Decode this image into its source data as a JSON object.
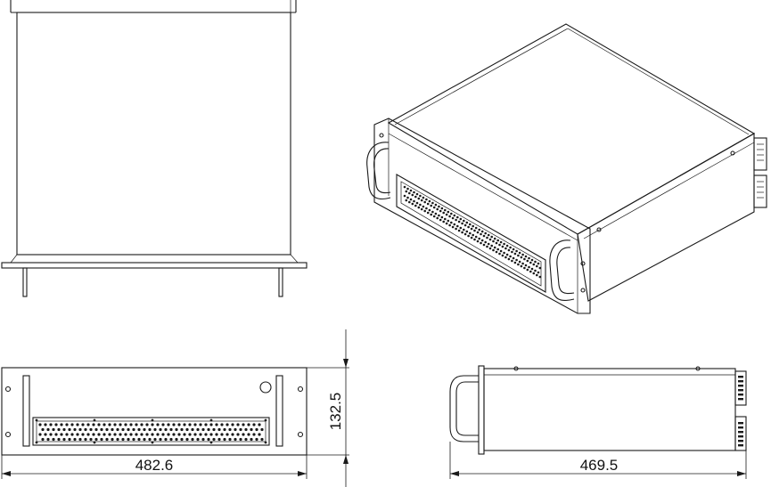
{
  "dimensions": {
    "front_width": "482.6",
    "front_height": "132.5",
    "side_depth": "469.5"
  }
}
